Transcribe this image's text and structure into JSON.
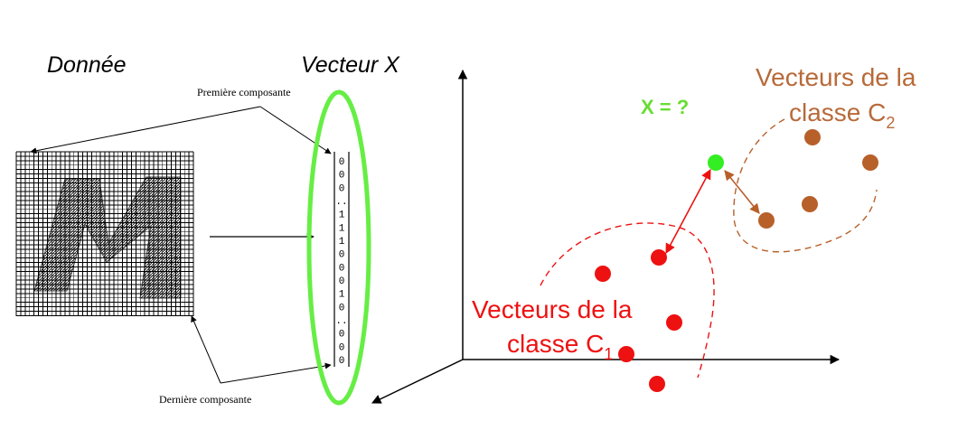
{
  "labels": {
    "donnee": "Donnée",
    "vecteur_x": "Vecteur X",
    "premiere_composante": "Première composante",
    "derniere_composante": "Dernière composante",
    "x_question": "X = ?",
    "c2_line1": "Vecteurs de la",
    "c2_line2": "classe C",
    "c2_sub": "2",
    "c1_line1": "Vecteurs de la",
    "c1_line2": "classe C",
    "c1_sub": "1"
  },
  "vector_digits": [
    "0",
    "0",
    "0",
    "..",
    "1",
    "1",
    "1",
    "0",
    "0",
    "0",
    "1",
    "0",
    "..",
    "0",
    "0",
    "0"
  ],
  "class1_point_count": 5,
  "class2_point_count": 4,
  "colors": {
    "ellipse_green": "#66ee44",
    "x_label_green": "#66dd33",
    "query_point": "#33ee22",
    "class1": "#ee1111",
    "class2": "#b8602a",
    "class2_label": "#b86a3a",
    "class1_label": "#ee1111",
    "grid": "#000000",
    "letter_fill": "#777777"
  }
}
